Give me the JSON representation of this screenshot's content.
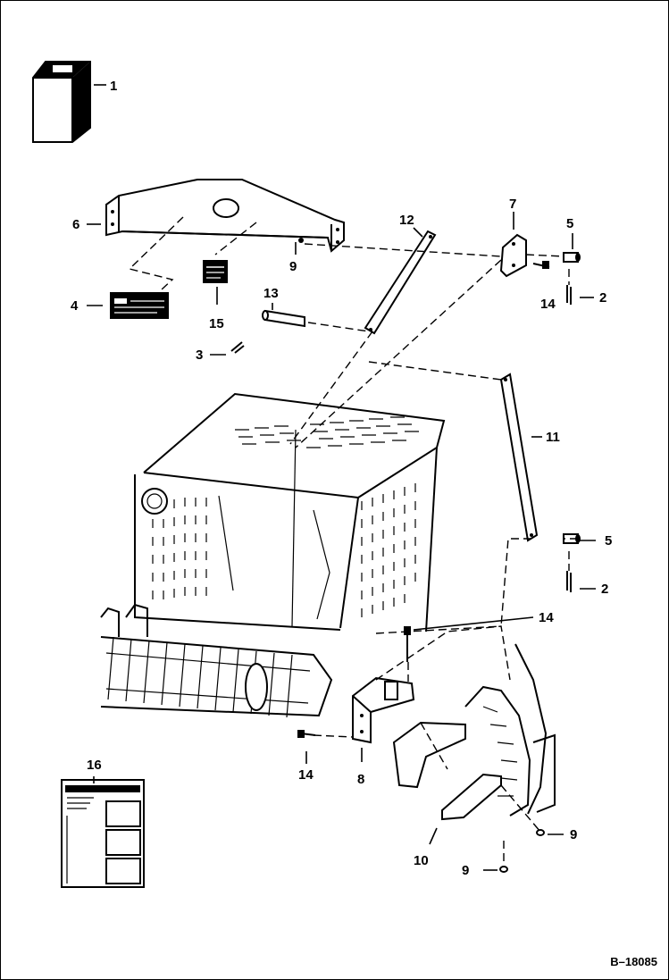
{
  "callouts": {
    "c1": "1",
    "c2a": "2",
    "c2b": "2",
    "c3": "3",
    "c4": "4",
    "c5a": "5",
    "c5b": "5",
    "c6": "6",
    "c7": "7",
    "c8": "8",
    "c9a": "9",
    "c9b": "9",
    "c9c": "9",
    "c10": "10",
    "c11": "11",
    "c12": "12",
    "c13": "13",
    "c14a": "14",
    "c14b": "14",
    "c14c": "14",
    "c15": "15",
    "c16": "16"
  },
  "figure_ref": "B–18085"
}
